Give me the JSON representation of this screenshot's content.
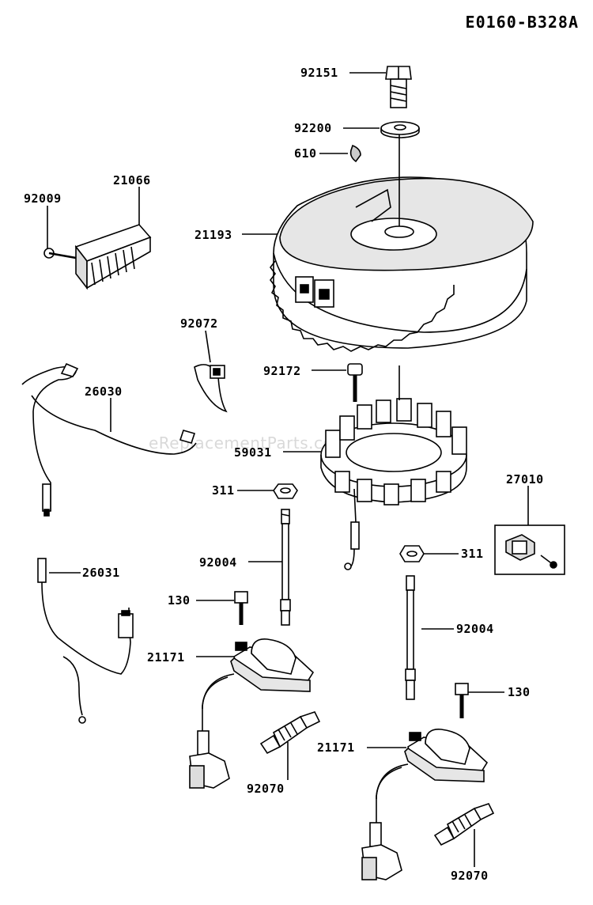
{
  "diagram_code": "E0160-B328A",
  "watermark": "eReplacementParts.com",
  "parts": [
    {
      "id": "p92151",
      "number": "92151",
      "part": "bolt"
    },
    {
      "id": "p92200",
      "number": "92200",
      "part": "washer"
    },
    {
      "id": "p610",
      "number": "610",
      "part": "key"
    },
    {
      "id": "p21066",
      "number": "21066",
      "part": "regulator"
    },
    {
      "id": "p92009",
      "number": "92009",
      "part": "screw"
    },
    {
      "id": "p21193",
      "number": "21193",
      "part": "flywheel"
    },
    {
      "id": "p92072",
      "number": "92072",
      "part": "band"
    },
    {
      "id": "p26030",
      "number": "26030",
      "part": "lead wire"
    },
    {
      "id": "p92172",
      "number": "92172",
      "part": "bolt"
    },
    {
      "id": "p59031",
      "number": "59031",
      "part": "stator"
    },
    {
      "id": "p311a",
      "number": "311",
      "part": "nut"
    },
    {
      "id": "p27010",
      "number": "27010",
      "part": "switch"
    },
    {
      "id": "p92004a",
      "number": "92004",
      "part": "stud"
    },
    {
      "id": "p311b",
      "number": "311",
      "part": "nut"
    },
    {
      "id": "p26031",
      "number": "26031",
      "part": "lead wire"
    },
    {
      "id": "p130a",
      "number": "130",
      "part": "bolt"
    },
    {
      "id": "p92004b",
      "number": "92004",
      "part": "stud"
    },
    {
      "id": "p21171a",
      "number": "21171",
      "part": "ignition coil"
    },
    {
      "id": "p130b",
      "number": "130",
      "part": "bolt"
    },
    {
      "id": "p92070a",
      "number": "92070",
      "part": "spark plug"
    },
    {
      "id": "p21171b",
      "number": "21171",
      "part": "ignition coil"
    },
    {
      "id": "p92070b",
      "number": "92070",
      "part": "spark plug"
    }
  ]
}
